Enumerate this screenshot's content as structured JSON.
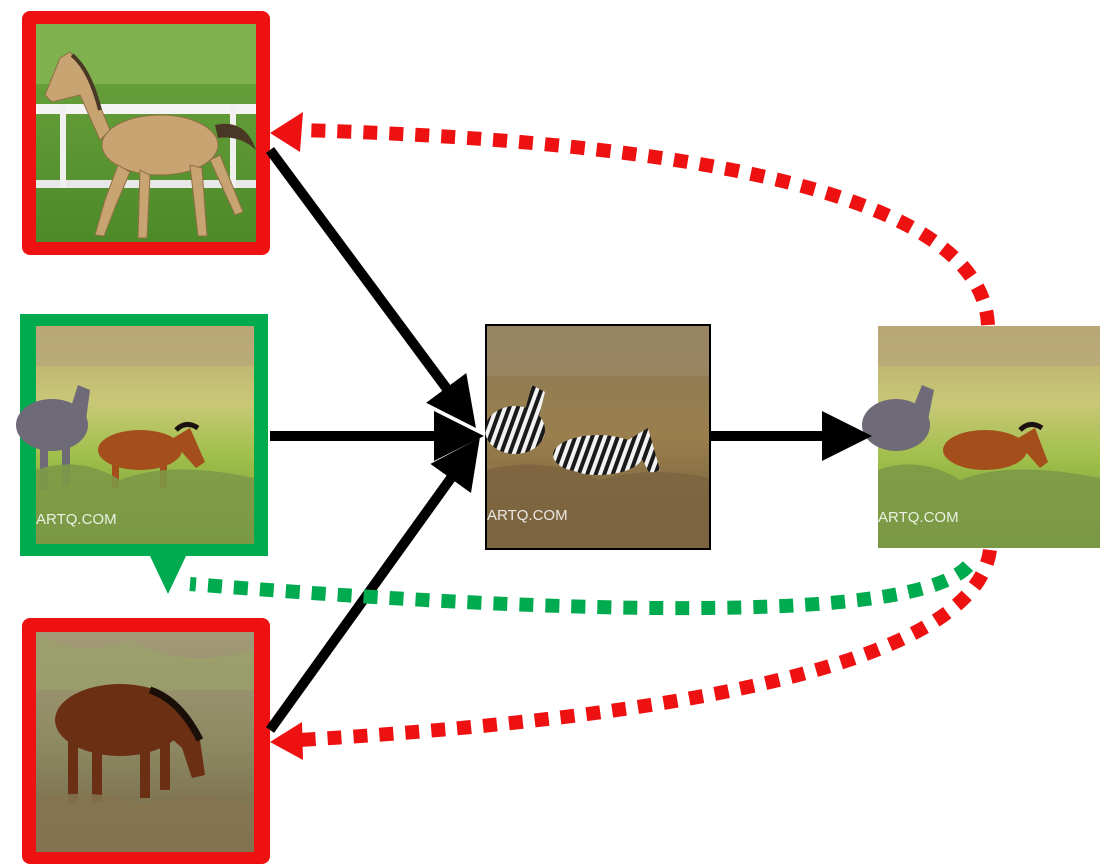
{
  "diagram": {
    "references": [
      {
        "id": "ref-top",
        "subject": "tan horse by white fence on green lawn",
        "frame_color": "#ee1111",
        "status": "rejected"
      },
      {
        "id": "ref-middle",
        "subject": "grey and bay horses in hillside grass",
        "frame_color": "#00aa4f",
        "status": "matched",
        "watermark": "ARTQ.COM"
      },
      {
        "id": "ref-bottom",
        "subject": "bay horse grazing in dry brush",
        "frame_color": "#ee1111",
        "status": "rejected"
      }
    ],
    "input": {
      "subject": "two zebras in dry hillside grass",
      "watermark": "ARTQ.COM"
    },
    "output": {
      "subject": "translated horses in hillside grass",
      "watermark": "ARTQ.COM"
    },
    "arrow_colors": {
      "flow": "#000000",
      "mismatch": "#ee1111",
      "match": "#00aa4f"
    }
  }
}
